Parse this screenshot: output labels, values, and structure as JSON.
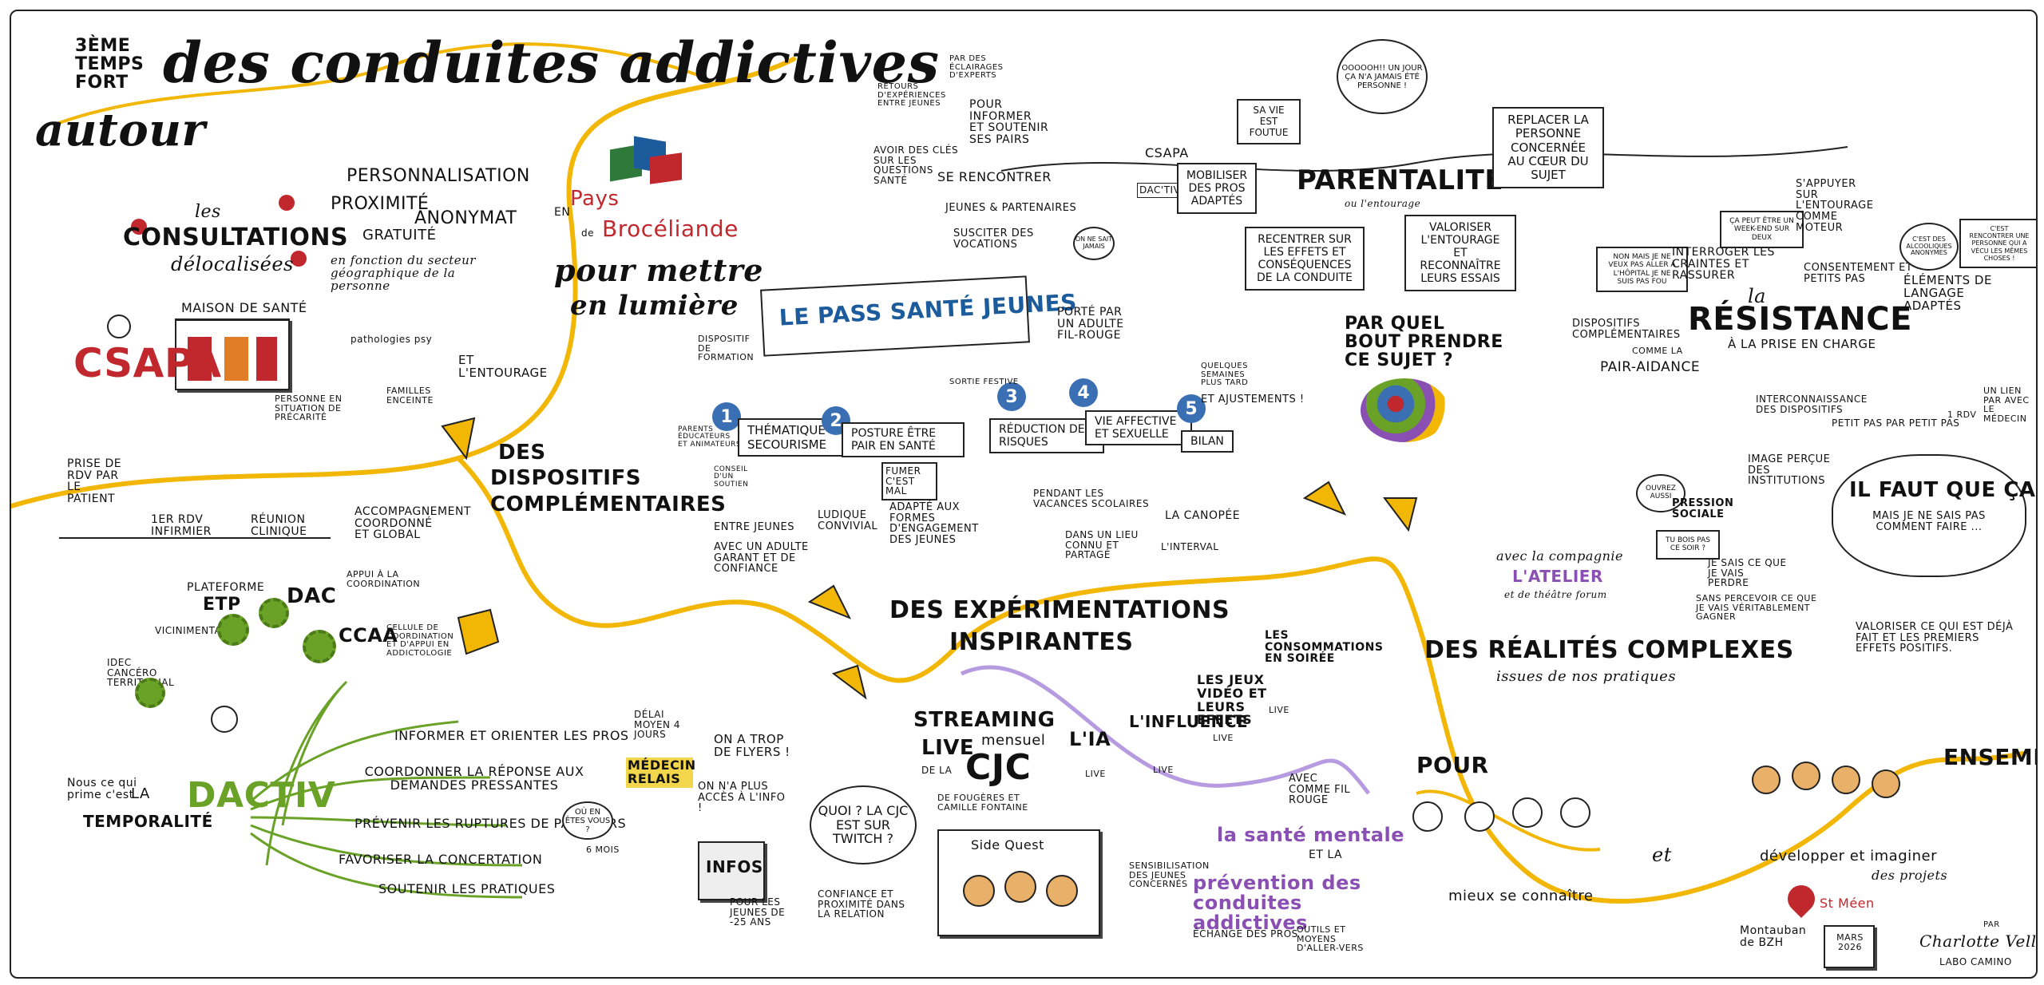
{
  "title": {
    "temps": "3ème temps fort",
    "line1": "des conduites addictives",
    "line2": "autour"
  },
  "pays": {
    "en": "en",
    "pays": "Pays",
    "broceliande": "Brocéliande",
    "de": "de",
    "mettre": "pour mettre",
    "lumiere": "en lumière"
  },
  "consult": {
    "les": "les",
    "main": "consultations",
    "sub": "délocalisées",
    "perso": "personnalisation",
    "proximite": "proximité",
    "anonymat": "anonymat",
    "gratuite": "gratuité",
    "fonction": "en fonction du secteur géographique de la personne",
    "maison": "maison de santé",
    "csapa": "CSAPA",
    "patho": "pathologies psy",
    "precarite": "personne en situation de précarité",
    "famille": "familles enceinte",
    "entourage": "et l'entourage"
  },
  "parcours": {
    "prise": "prise de RDV par le patient",
    "rdv": "1er RDV infirmier",
    "reunion": "réunion clinique",
    "accomp": "accompagnement coordonné et global"
  },
  "dispositifs": {
    "title1": "des",
    "title2": "dispositifs",
    "title3": "complémentaires"
  },
  "dac": {
    "plateforme": "plateforme",
    "etp": "ETP",
    "dac": "DAC",
    "appui": "appui à la coordination",
    "vicinal": "vicinimental",
    "idec": "IDEC cancéro territorial",
    "ccaa": "CCAA",
    "cellule": "cellule de coordination et d'appui en addictologie",
    "nous": "Nous ce qui prime c'est",
    "la": "la",
    "temporalite": "temporalité",
    "dactiv": "DACTIV",
    "informer": "informer et orienter les pros",
    "coordonner": "coordonner la réponse aux demandes pressantes",
    "prevenir": "prévenir les ruptures de parcours",
    "favoriser": "favoriser la concertation",
    "soutenir": "soutenir les pratiques",
    "delai": "délai moyen 4 jours",
    "medecin": "médecin relais",
    "ouenetes": "où en êtes vous ?",
    "mois": "6 mois"
  },
  "pass": {
    "retours": "retours d'expériences entre jeunes",
    "eclairages": "par des éclairages d'experts",
    "informer": "pour informer et soutenir ses pairs",
    "avoir": "avoir des clés sur les questions santé",
    "rencontrer": "se rencontrer",
    "jeunes": "jeunes & partenaires",
    "susciter": "susciter des vocations",
    "onnesait": "on ne sait jamais",
    "dispositif": "dispositif de formation",
    "banner": "le pass santé jeunes",
    "porte": "porté par un adulte fil-rouge",
    "parents": "parents éducateurs et animateurs",
    "conseil": "conseil d'un soutien",
    "s1": "thématique secourisme",
    "s2": "posture être pair en santé",
    "s3": "réduction des risques",
    "s4": "vie affective et sexuelle",
    "s5": "bilan",
    "sortie": "sortie festive",
    "fumer": "fumer c'est mal",
    "quelques": "quelques semaines plus tard",
    "ajust": "et ajustements !",
    "entre": "entre jeunes",
    "avec": "avec un adulte garant et de confiance",
    "ludique": "ludique convivial",
    "adapte": "adapté aux formes d'engagement des jeunes",
    "pendant": "pendant les vacances scolaires",
    "lieu": "dans un lieu connu et partagé",
    "canopee": "la canopée",
    "inter": "l'interval"
  },
  "parent": {
    "csapa": "CSAPA",
    "dactiv": "DAC'tiv",
    "mobiliser": "mobiliser des pros adaptés",
    "vie": "sa vie est foutue",
    "ooo": "oooooh!! un jour ça n'a jamais été personne !",
    "title": "parentalité",
    "ou": "ou l'entourage",
    "replacer": "replacer la personne concernée au cœur du sujet",
    "recentrer": "recentrer sur les effets et conséquences de la conduite",
    "valoriser": "valoriser l'entourage et reconnaître leurs essais"
  },
  "resistance": {
    "la": "la",
    "title": "résistance",
    "prise": "à la prise en charge",
    "nonmais": "non mais je ne veux pas aller à l'hôpital je ne suis pas fou",
    "interroger": "interroger les craintes et rassurer",
    "capeut": "ça peut être un week-end sur deux",
    "appuyer": "s'appuyer sur l'entourage comme moteur",
    "consent": "consentement et petits pas",
    "cestdes": "c'est des alcooliques anonymes",
    "rencontrer": "c'est rencontrer une personne qui a vécu les mêmes choses !",
    "elements": "éléments de langage adaptés",
    "dispositifs": "dispositifs complémentaires",
    "comme": "comme la",
    "pair": "pair-aidance"
  },
  "change": {
    "inter": "interconnaissance des dispositifs",
    "petit": "petit pas par petit pas",
    "lien": "un lien par avec le médecin",
    "rdv": "1 RDV",
    "image": "image perçue des institutions",
    "ilfaut": "il faut que ça change",
    "mais": "mais je ne sais pas comment faire ...",
    "pression": "pression sociale",
    "tuboisas": "tu bois pas ce soir ?",
    "ouvreaussi": "ouvrez aussi",
    "jesais": "je sais ce que je vais perdre",
    "sans": "sans percevoir ce que je vais véritablement gagner",
    "valoriser": "valoriser ce qui est déjà fait et les premiers effets positifs."
  },
  "realites": {
    "question": "par quel bout prendre ce sujet ?",
    "compagnie": "avec la compagnie",
    "atelier": "l'atelier",
    "theatre": "et de théâtre forum",
    "title": "des réalités complexes",
    "issues": "issues de nos pratiques"
  },
  "experim": {
    "title1": "des expérimentations",
    "title2": "inspirantes",
    "onatrop": "on a trop de flyers !",
    "onaplus": "on n'a plus accès à l'info !",
    "infos": "infos",
    "quoi": "quoi ? la CJC est sur twitch ?",
    "pour": "pour les jeunes de -25 ans",
    "confiance": "confiance et proximité dans la relation",
    "streaming": "streaming",
    "live": "live",
    "mensuel": "mensuel",
    "delacjc": "de la",
    "cjc": "CJC",
    "fougeres": "de fougères et camille fontaine",
    "lia": "l'IA",
    "influence": "l'influence",
    "jeux": "les jeux vidéo et leurs effets",
    "conso": "les consommations en soirée",
    "avec": "avec comme fil rouge",
    "sidequest": "Side Quest",
    "sensib": "sensibilisation des jeunes concernés",
    "sante": "la santé mentale",
    "etla": "et la",
    "prevention": "prévention des conduites addictives",
    "echange": "échange des pros",
    "outils": "outils et moyens d'aller-vers",
    "liveword": "live"
  },
  "ensemble": {
    "pour": "pour",
    "mieux": "mieux se connaître",
    "et": "et",
    "developper": "développer et imaginer",
    "projets": "des projets",
    "ensemble": "ensemble",
    "montauban": "Montauban de BZH",
    "stmeen": "St Méen",
    "mars": "mars 2026",
    "par": "par",
    "charlotte": "Charlotte Velly",
    "labo": "labo camino"
  },
  "colors": {
    "yellow": "#f2b705",
    "green": "#6aa227",
    "purple": "#8a4fb3",
    "red": "#c0282d",
    "blue": "#3a6fb3"
  }
}
